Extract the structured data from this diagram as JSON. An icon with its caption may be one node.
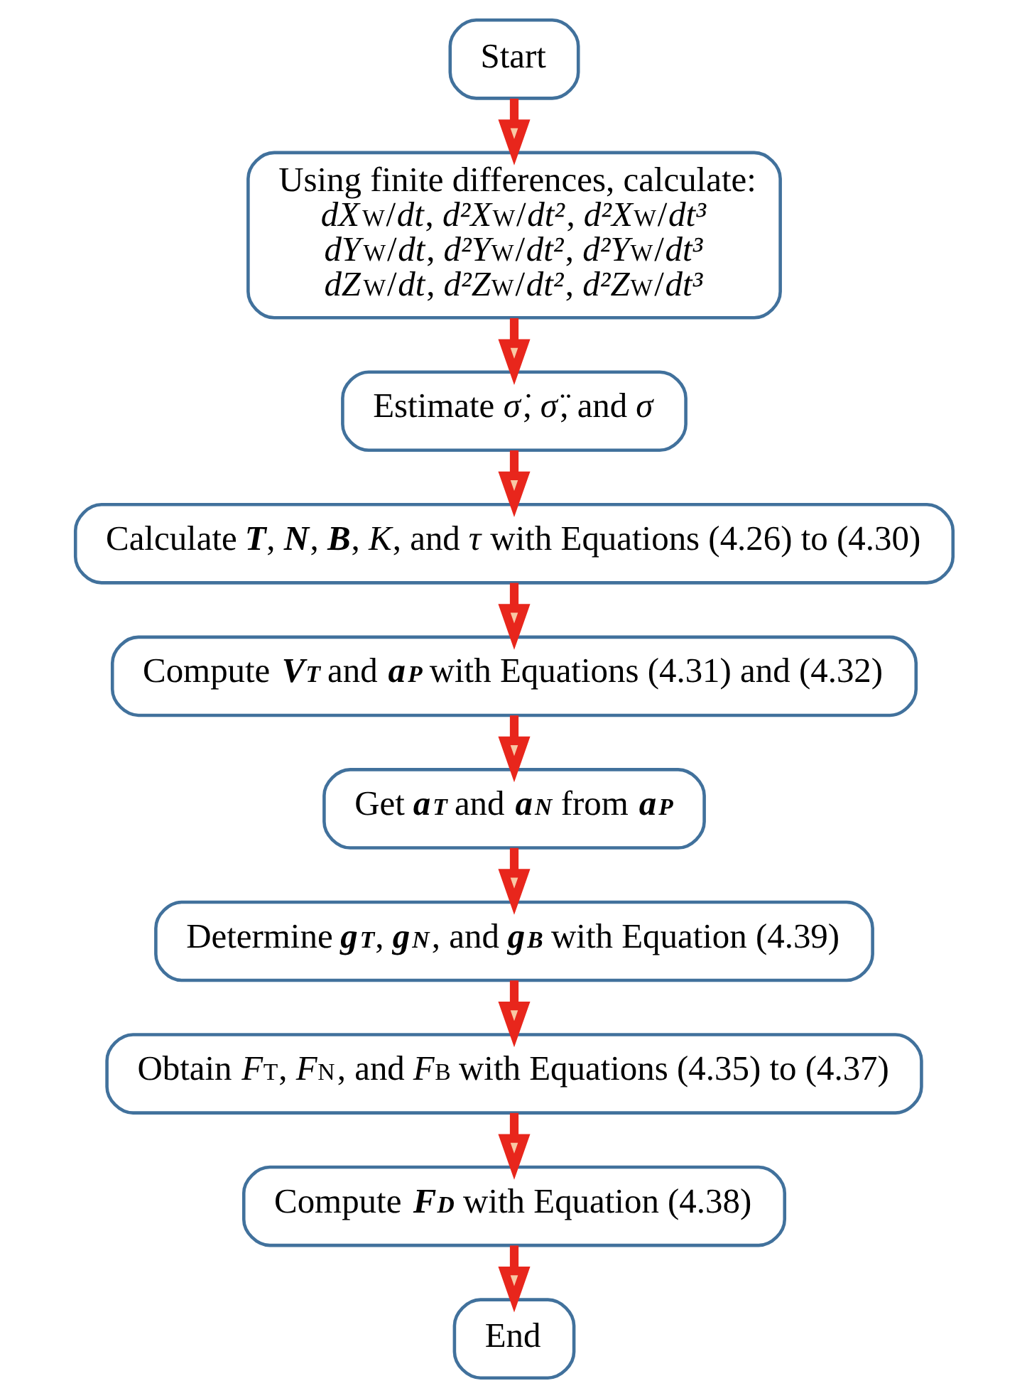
{
  "diagram": {
    "nodes": [
      {
        "text": [
          "Start"
        ]
      },
      {
        "text": [
          "Using finite differences, calculate:",
          "*dX*$_{W}$/*dt*, *d²X*$_{W}$/*dt²*, *d²X*$_{W}$/*dt³*",
          "*dY*$_{W}$/*dt*, *d²Y*$_{W}$/*dt²*, *d²Y*$_{W}$/*dt³*",
          "*dZ*$_{W}$/*dt*, *d²Z*$_{W}$/*dt²*, *d²Z*$_{W}$/*dt³*"
        ]
      },
      {
        "text": [
          "Estimate *σ̇*, *σ̈*, and *σ⃛*"
        ]
      },
      {
        "text": [
          "Calculate **T**, **N**, **B**, *K*, and *τ* with Equations (4.26) to (4.30)"
        ]
      },
      {
        "text": [
          "Compute **V$_{T}$** and **a$_{P}$** with Equations (4.31) and (4.32)"
        ]
      },
      {
        "text": [
          "Get **a$_{T}$** and **a$_{N}$** from **a$_{P}$**"
        ]
      },
      {
        "text": [
          "Determine **g$_{T}$**, **g$_{N}$**, and **g$_{B}$** with Equation (4.39)"
        ]
      },
      {
        "text": [
          "Obtain *F*$_{T}$, *F*$_{N}$, and *F*$_{B}$ with Equations (4.35) to (4.37)"
        ]
      },
      {
        "text": [
          "Compute **F$_{D}$** with Equation (4.38)"
        ]
      },
      {
        "text": [
          "End"
        ]
      }
    ],
    "edges": [
      {
        "from": 0,
        "to": 1,
        "arrow": "to"
      },
      {
        "from": 1,
        "to": 2,
        "arrow": "to"
      },
      {
        "from": 2,
        "to": 3,
        "arrow": "to"
      },
      {
        "from": 3,
        "to": 4,
        "arrow": "to"
      },
      {
        "from": 4,
        "to": 5,
        "arrow": "to"
      },
      {
        "from": 5,
        "to": 6,
        "arrow": "to"
      },
      {
        "from": 6,
        "to": 7,
        "arrow": "to"
      },
      {
        "from": 7,
        "to": 8,
        "arrow": "to"
      },
      {
        "from": 8,
        "to": 9,
        "arrow": "to"
      }
    ]
  }
}
